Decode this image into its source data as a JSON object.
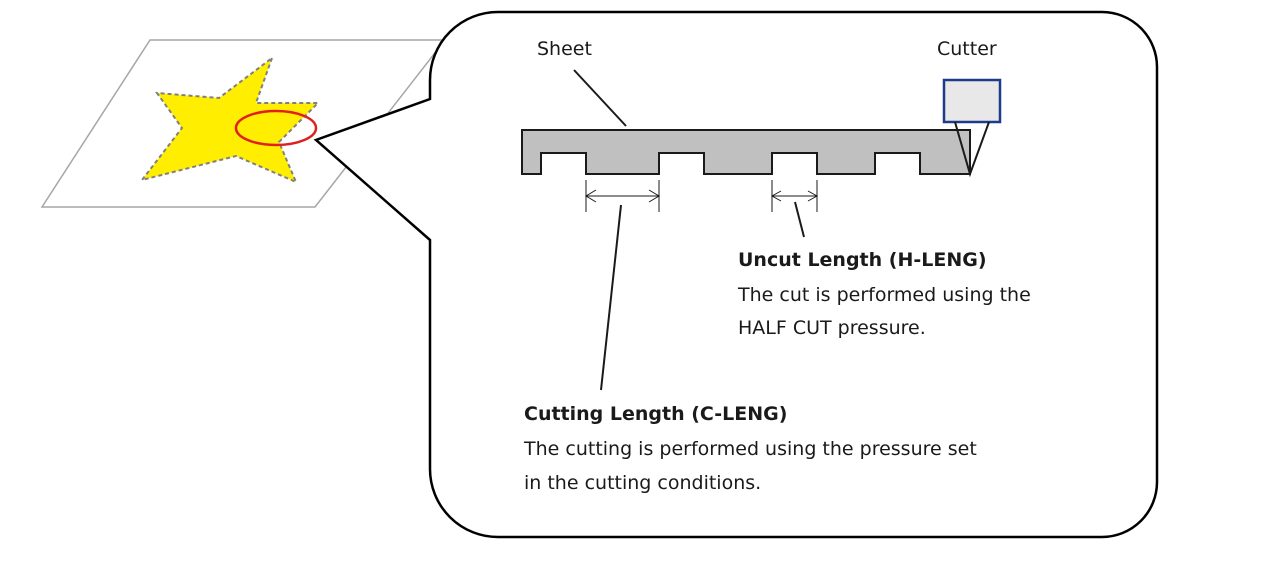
{
  "labels": {
    "sheet": "Sheet",
    "cutter": "Cutter"
  },
  "uncut": {
    "title": "Uncut Length (H-LENG)",
    "line1": "The cut is performed using the",
    "line2": "HALF CUT pressure."
  },
  "cutting": {
    "title": "Cutting Length (C-LENG)",
    "line1": "The cutting is performed using the pressure set",
    "line2": "in the cutting conditions."
  },
  "colors": {
    "star_fill": "#ffee00",
    "highlight_ring": "#e02020",
    "sheet_fill": "#c0c0c0",
    "cutter_fill": "#e8e8e8"
  }
}
